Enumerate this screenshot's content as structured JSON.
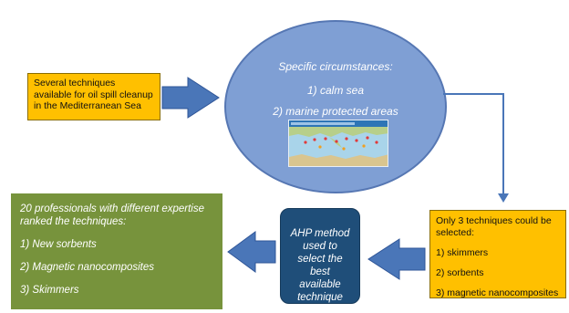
{
  "input_box": {
    "text": "Several techniques available for oil spill cleanup in the Mediterranean Sea"
  },
  "circumstances": {
    "title": "Specific circumstances:",
    "items": [
      "1) calm sea",
      "2) marine protected areas"
    ]
  },
  "selection_box": {
    "title": "Only 3 techniques could be selected:",
    "items": [
      "1) skimmers",
      "2) sorbents",
      "3) magnetic nanocomposites"
    ]
  },
  "method_box": {
    "text": "AHP method\nused to\nselect the\nbest\navailable\ntechnique"
  },
  "result_box": {
    "title": "20 professionals with different expertise ranked the techniques:",
    "items": [
      "1) New sorbents",
      "2) Magnetic nanocomposites",
      "3) Skimmers"
    ]
  },
  "colors": {
    "orange_box": "#ffc000",
    "ellipse": "#7f9fd4",
    "arrow": "#4a76b8",
    "ahp_box": "#1f4e79",
    "green_box": "#77933c"
  }
}
